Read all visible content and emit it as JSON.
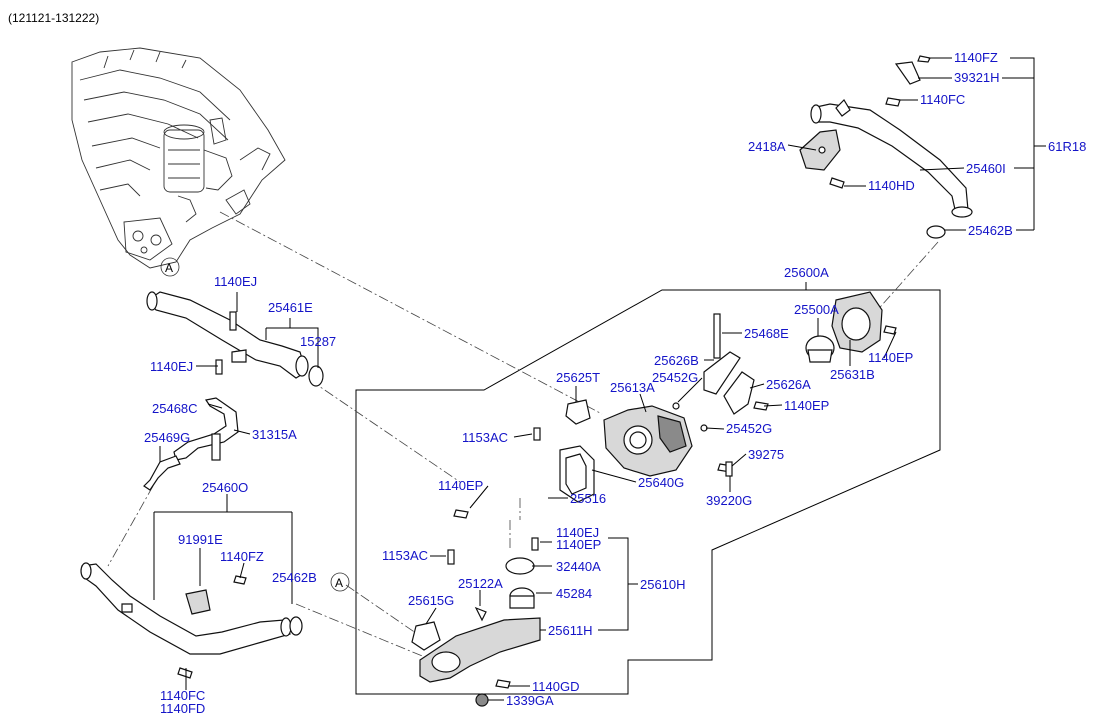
{
  "date_range": "(121121-131222)",
  "refs": [
    "A",
    "A"
  ],
  "labels": {
    "l1140FZ_top": "1140FZ",
    "l39321H": "39321H",
    "l1140FC": "1140FC",
    "l61R18": "61R18",
    "l2418A": "2418A",
    "l25460I": "25460I",
    "l1140HD": "1140HD",
    "l25462B_top": "25462B",
    "l25600A": "25600A",
    "l1140EJ_a": "1140EJ",
    "l25461E": "25461E",
    "l15287": "15287",
    "l1140EJ_b": "1140EJ",
    "l25468E": "25468E",
    "l25500A": "25500A",
    "l1140EP_a": "1140EP",
    "l25631B": "25631B",
    "l25626B": "25626B",
    "l25452G_a": "25452G",
    "l25626A": "25626A",
    "l25625T": "25625T",
    "l25613A": "25613A",
    "l1140EP_b": "1140EP",
    "l25468C": "25468C",
    "l31315A": "31315A",
    "l25452G_b": "25452G",
    "l25469G": "25469G",
    "l1153AC_a": "1153AC",
    "l39275": "39275",
    "l25640G": "25640G",
    "l1140EP_c": "1140EP",
    "l25516": "25516",
    "l39220G": "39220G",
    "l25460O": "25460O",
    "l91991E": "91991E",
    "l1140EJ_c": "1140EJ",
    "l1140EP_d": "1140EP",
    "l1153AC_b": "1153AC",
    "l1140FZ_b": "1140FZ",
    "l32440A": "32440A",
    "l25462B_b": "25462B",
    "l25122A": "25122A",
    "l25610H": "25610H",
    "l45284": "45284",
    "l25615G": "25615G",
    "l25611H": "25611H",
    "l1140GD": "1140GD",
    "l1339GA": "1339GA",
    "l1140FC_b": "1140FC",
    "l1140FD": "1140FD"
  },
  "colors": {
    "label": "#1414c8",
    "line": "#000000",
    "part_fill": "#d8d8d8"
  }
}
